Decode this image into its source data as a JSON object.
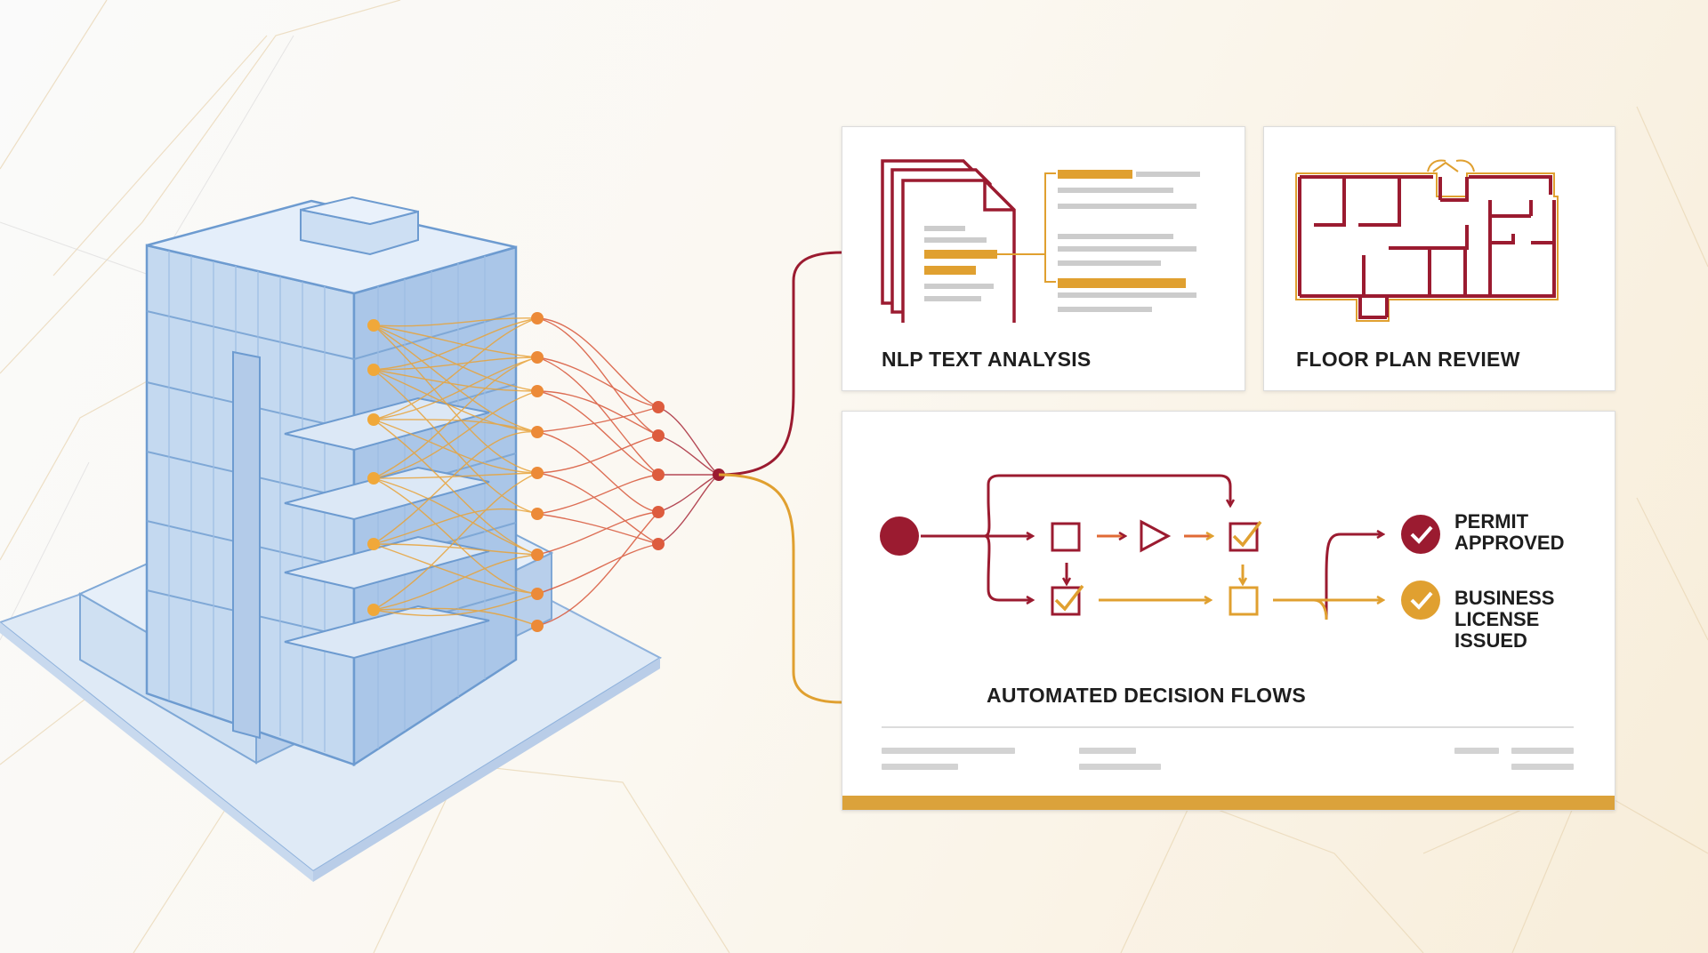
{
  "colors": {
    "crimson": "#9b1b30",
    "gold": "#e0a030",
    "orange": "#e06a35",
    "blueprint": "#7fa8d6",
    "card_border": "#dcdcdc"
  },
  "cards": {
    "nlp": {
      "title": "NLP TEXT ANALYSIS",
      "icon": "document-stack-icon"
    },
    "floorplan": {
      "title": "FLOOR PLAN REVIEW",
      "icon": "floor-plan-icon"
    },
    "decision": {
      "title": "AUTOMATED DECISION FLOWS",
      "outcomes": [
        {
          "lines": [
            "PERMIT",
            "APPROVED"
          ],
          "icon": "check-circle-icon",
          "color": "#9b1b30"
        },
        {
          "lines": [
            "BUSINESS",
            "LICENSE",
            "ISSUED"
          ],
          "icon": "check-circle-icon",
          "color": "#e0a030"
        }
      ]
    }
  },
  "illustration": {
    "building": "glass-building-icon",
    "network": "neural-network-icon"
  }
}
